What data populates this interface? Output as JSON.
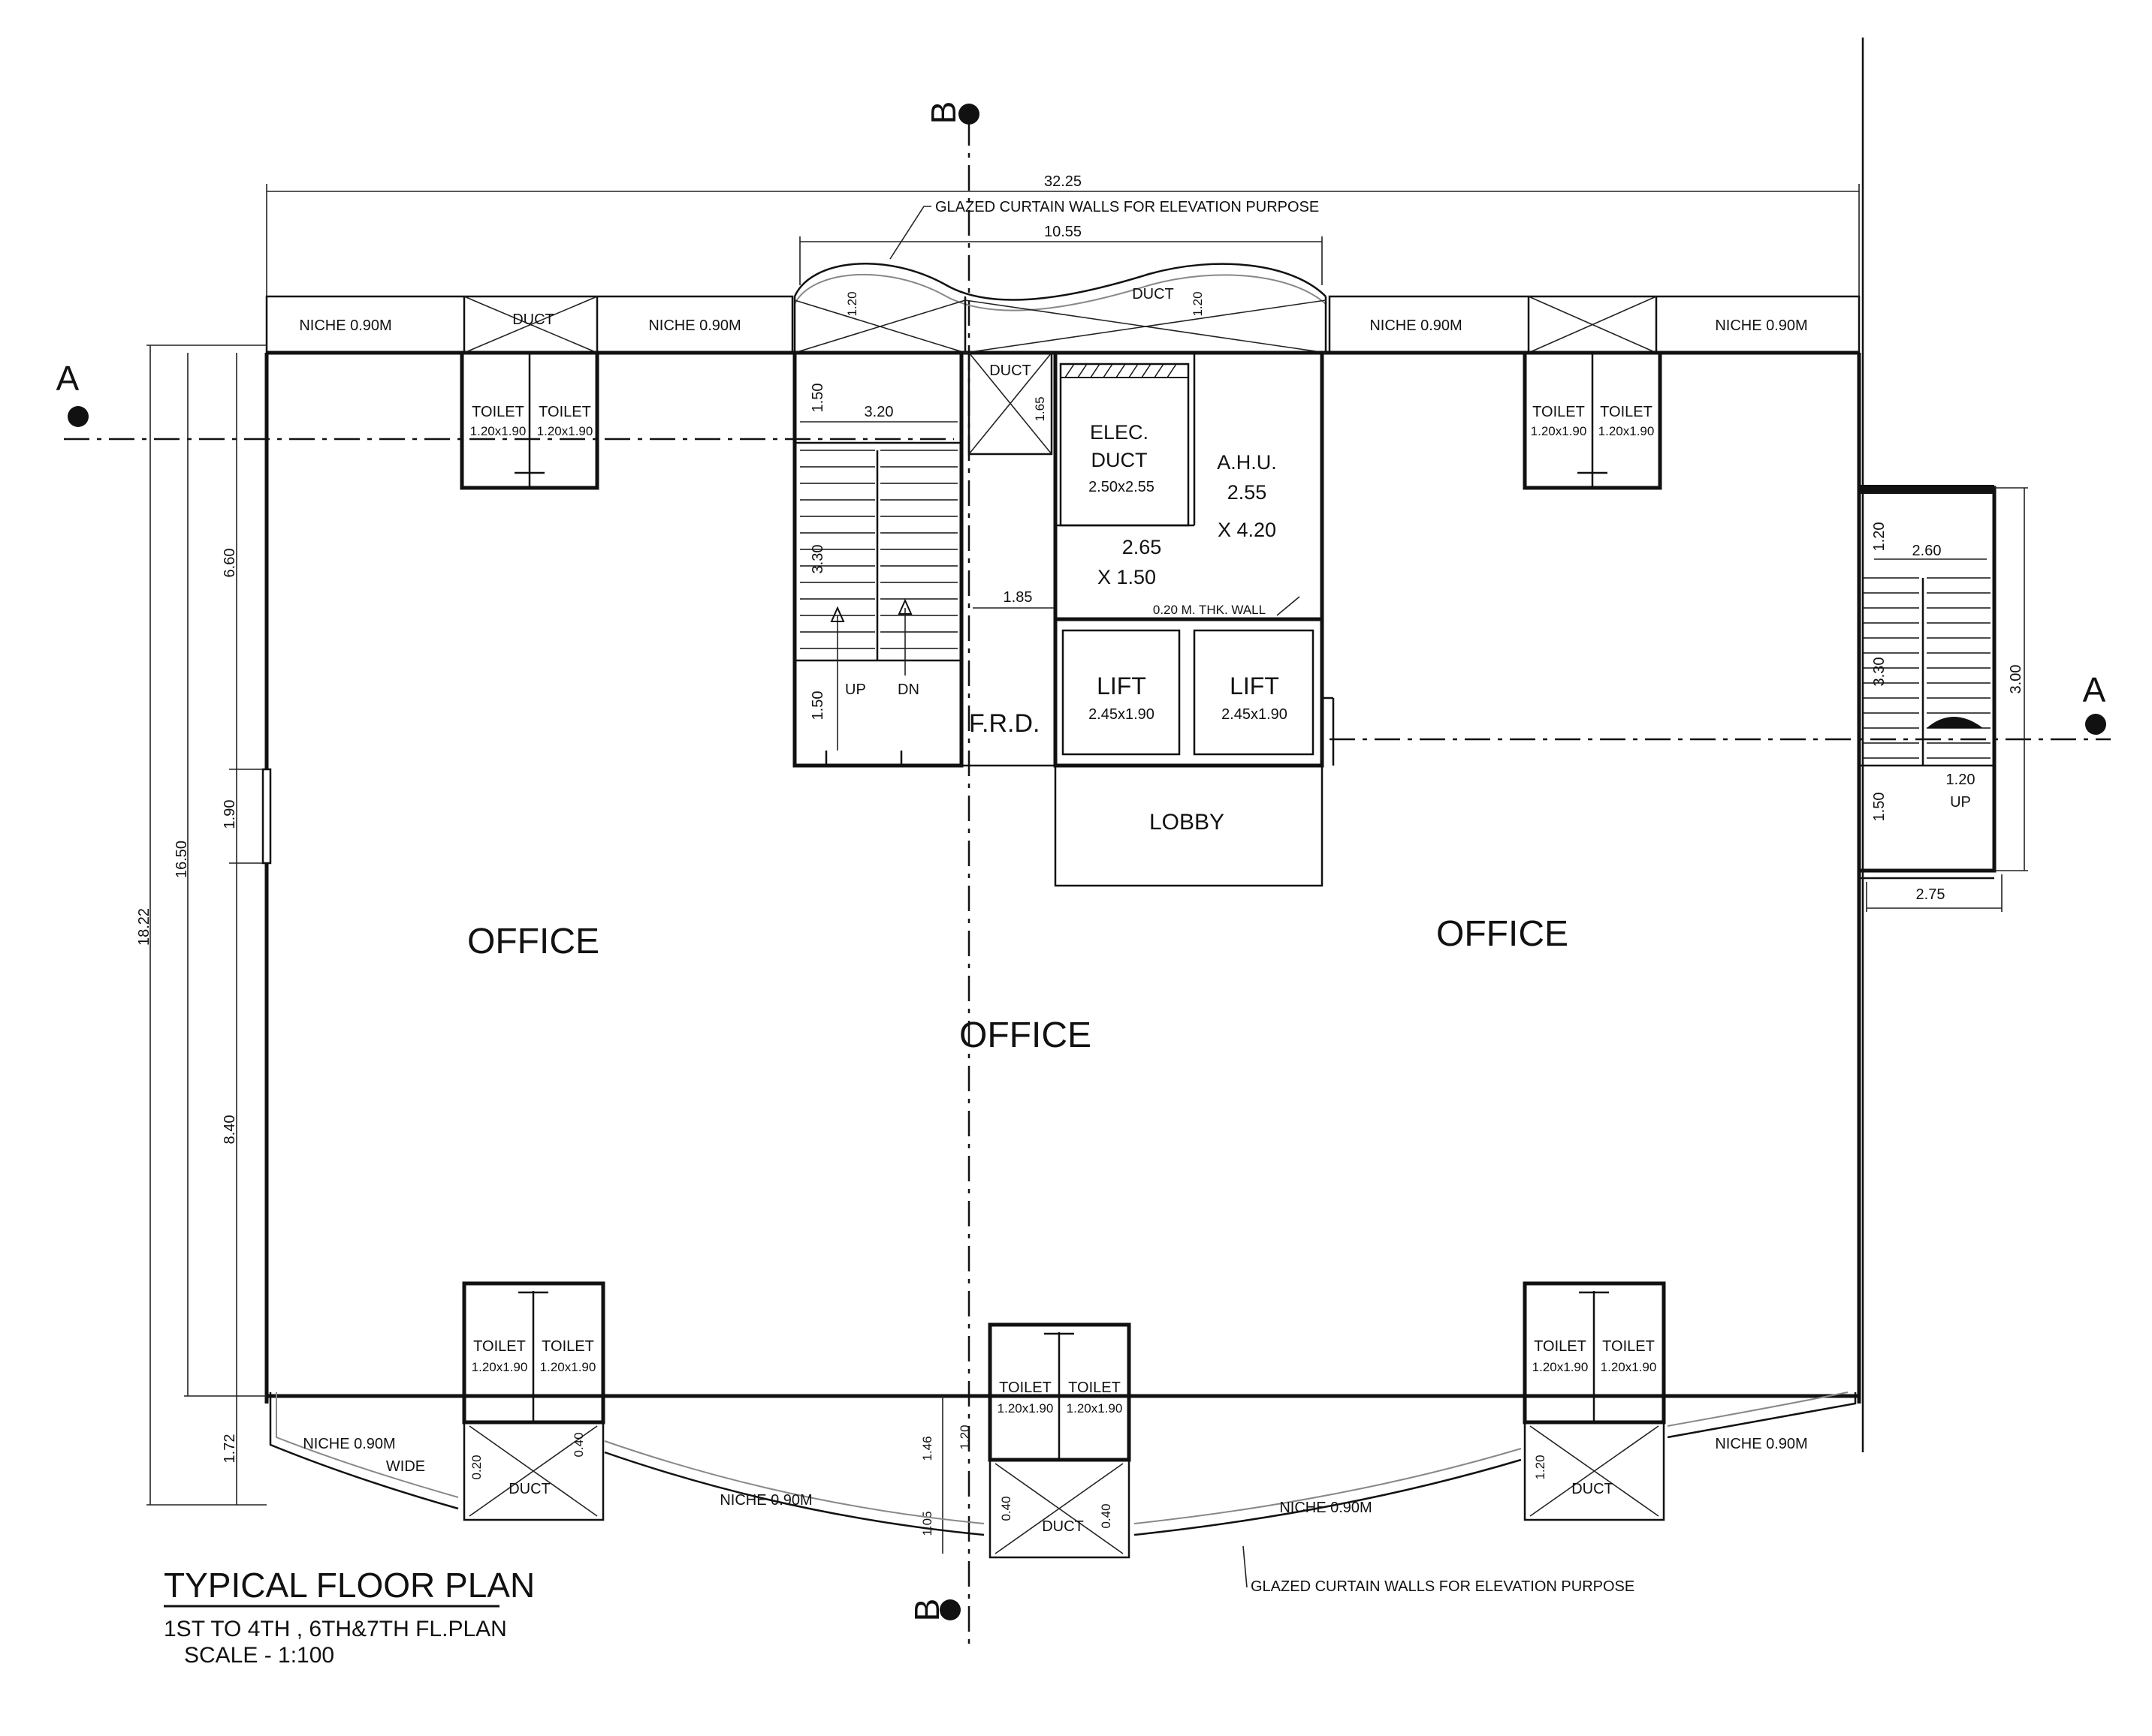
{
  "sections": {
    "a": "A",
    "b": "B"
  },
  "rooms": {
    "office_left": "OFFICE",
    "office_center": "OFFICE",
    "office_right": "OFFICE",
    "lobby": "LOBBY",
    "lift": "LIFT",
    "lift_size": "2.45x1.90",
    "toilet": "TOILET",
    "toilet_size": "1.20x1.90",
    "duct": "DUCT",
    "frd": "F.R.D.",
    "up": "UP",
    "dn": "DN",
    "elec_duct_line1": "ELEC.",
    "elec_duct_line2": "DUCT",
    "elec_duct_size": "2.50x2.55",
    "ahu": "A.H.U.",
    "ahu_w": "2.55",
    "ahu_h": "X  4.20",
    "mid_w": "2.65",
    "mid_h": "X  1.50",
    "wall_note": "0.20 M. THK. WALL"
  },
  "niche": {
    "label": "NICHE  0.90M",
    "wide": "WIDE"
  },
  "notes": {
    "curtain": "GLAZED CURTAIN WALLS FOR ELEVATION PURPOSE"
  },
  "dims": {
    "overall_w": "32.25",
    "curtain_w": "10.55",
    "d_3_20": "3.20",
    "d_1_85": "1.85",
    "d_1_50": "1.50",
    "d_3_30": "3.30",
    "d_1_20": "1.20",
    "d_1_65": "1.65",
    "d_6_60": "6.60",
    "d_1_90": "1.90",
    "d_16_50": "16.50",
    "d_18_22": "18.22",
    "d_8_40": "8.40",
    "d_1_72": "1.72",
    "d_2_60": "2.60",
    "d_3_00": "3.00",
    "d_2_75": "2.75",
    "d_0_20": "0.20",
    "d_0_40": "0.40",
    "d_1_46": "1.46",
    "d_1_05": "1.05"
  },
  "title": {
    "main": "TYPICAL FLOOR PLAN",
    "line1": "1ST TO 4TH , 6TH&7TH FL.PLAN",
    "line2": "SCALE -  1:100"
  }
}
